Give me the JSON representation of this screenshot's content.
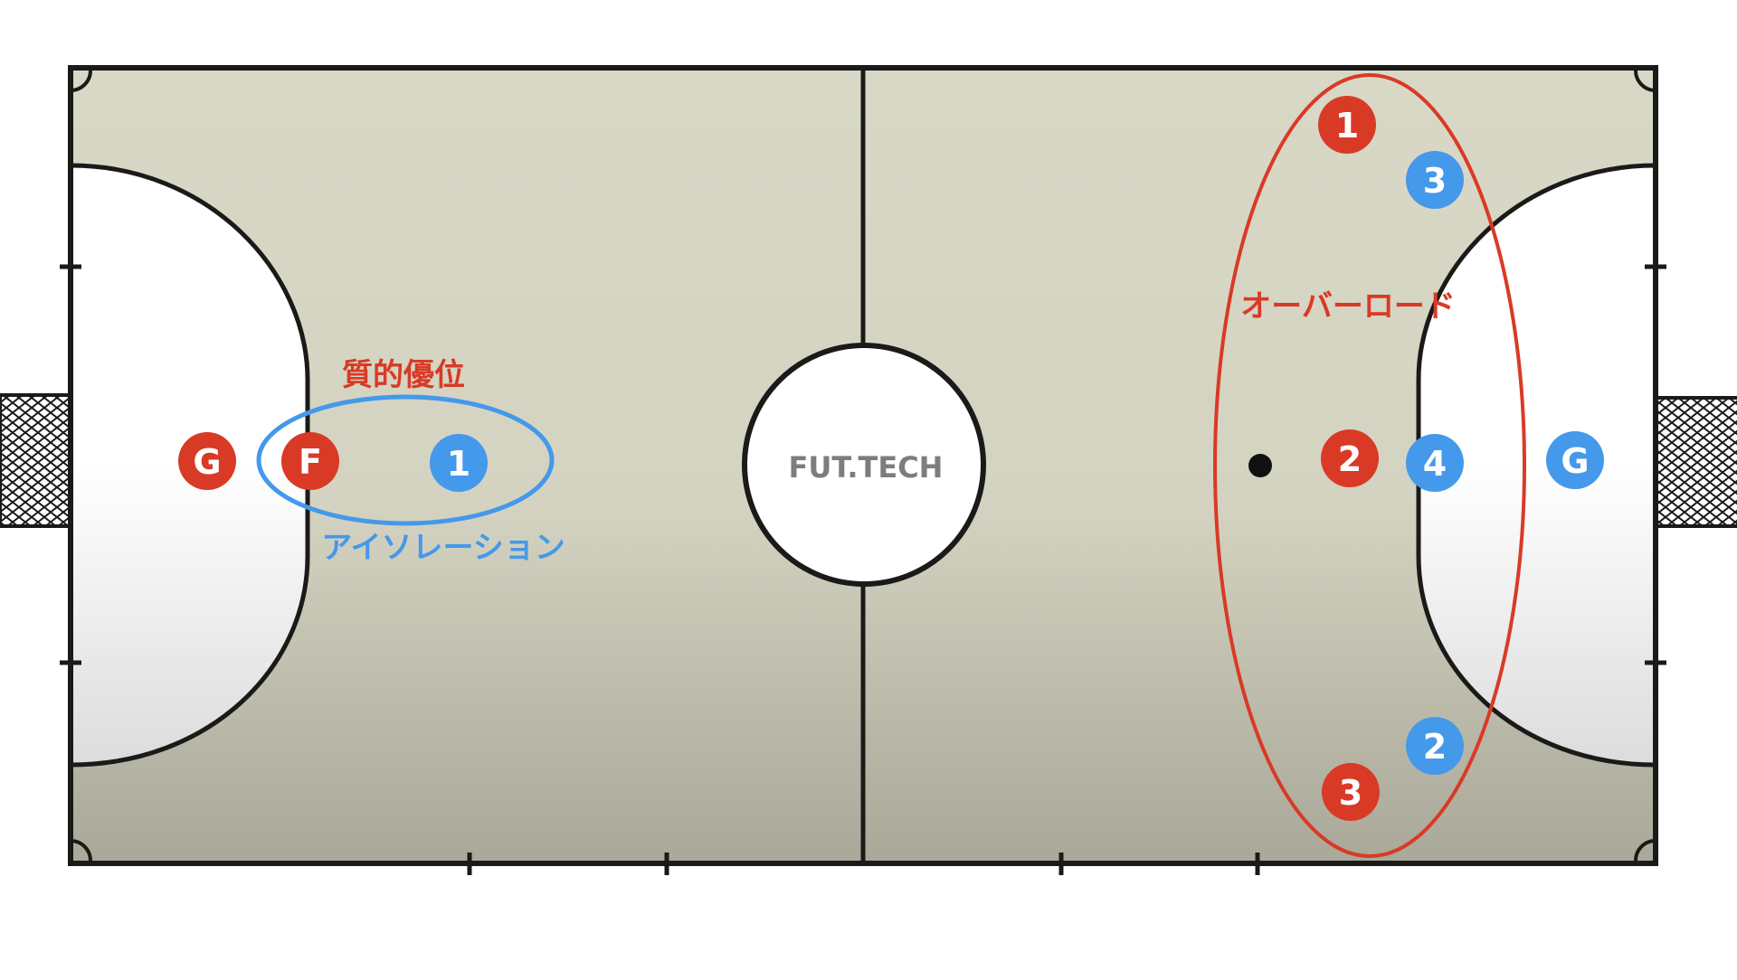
{
  "court": {
    "watermark": "FUT.TECH",
    "colors": {
      "turf_top": "#d9d8c7",
      "turf_bottom": "#a9a899",
      "lines": "#1a1a18",
      "area_fill": "#ffffff",
      "area_fill_bottom": "#dcdcdc",
      "red_team": "#d93a26",
      "blue_team": "#4499ea",
      "watermark": "#7d7d7d"
    }
  },
  "annotations": {
    "quality_advantage": "質的優位",
    "isolation": "アイソレーション",
    "overload": "オーバーロード"
  },
  "players": {
    "red_goalkeeper": "G",
    "red_forward": "F",
    "red_1": "1",
    "red_2": "2",
    "red_3": "3",
    "blue_1": "1",
    "blue_2": "2",
    "blue_3": "3",
    "blue_4": "4",
    "blue_goalkeeper": "G"
  }
}
